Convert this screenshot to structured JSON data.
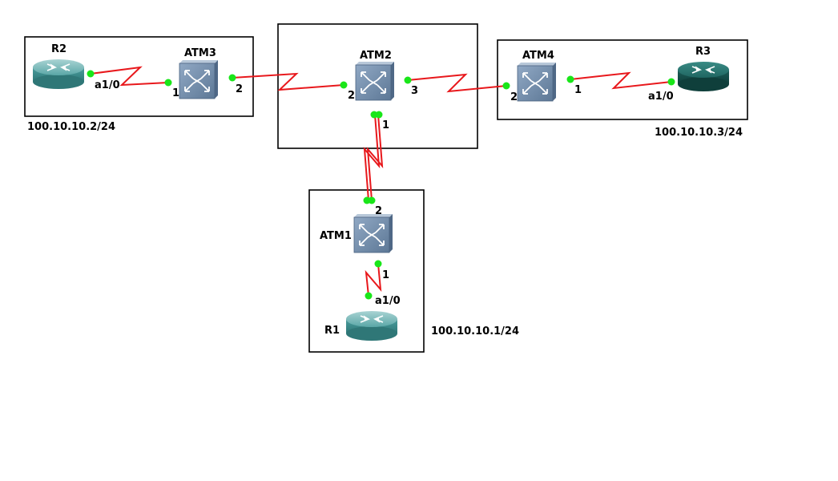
{
  "devices": {
    "r1": {
      "label": "R1"
    },
    "r2": {
      "label": "R2"
    },
    "r3": {
      "label": "R3"
    },
    "atm1": {
      "label": "ATM1"
    },
    "atm2": {
      "label": "ATM2"
    },
    "atm3": {
      "label": "ATM3"
    },
    "atm4": {
      "label": "ATM4"
    }
  },
  "ports": {
    "r2_a10": "a1/0",
    "atm3_p1": "1",
    "atm3_p2": "2",
    "atm2_p2": "2",
    "atm2_p3": "3",
    "atm2_p1": "1",
    "atm4_p2": "2",
    "atm4_p1": "1",
    "r3_a10": "a1/0",
    "atm1_p2": "2",
    "atm1_p1": "1",
    "r1_a10": "a1/0"
  },
  "notes": {
    "r2_ip": "100.10.10.2/24",
    "r3_ip": "100.10.10.3/24",
    "r1_ip": "100.10.10.1/24"
  },
  "colors": {
    "link": "#e8181c",
    "port": "#19e619",
    "router_teal": "#3e9696",
    "router_dark": "#1a5a55",
    "switch": "#7b93b0"
  }
}
